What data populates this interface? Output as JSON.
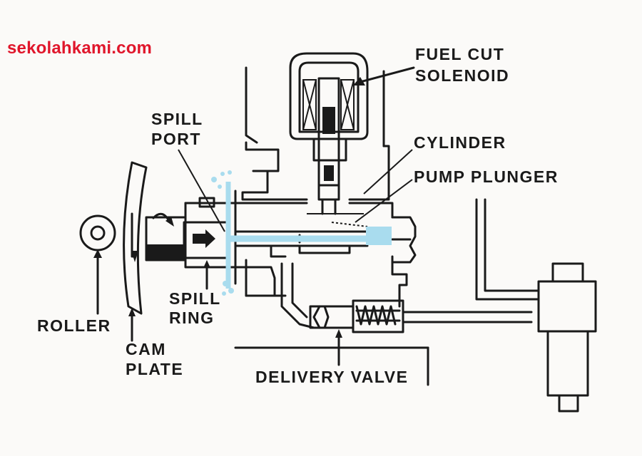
{
  "watermark": {
    "text": "sekolahkami.com",
    "color": "#e0162b"
  },
  "fuel_color": "#a9dcee",
  "labels": {
    "fuel_cut_solenoid_line1": "FUEL CUT",
    "fuel_cut_solenoid_line2": "SOLENOID",
    "spill_port_line1": "SPILL",
    "spill_port_line2": "PORT",
    "cylinder": "CYLINDER",
    "pump_plunger": "PUMP PLUNGER",
    "roller": "ROLLER",
    "spill_ring_line1": "SPILL",
    "spill_ring_line2": "RING",
    "cam_plate_line1": "CAM",
    "cam_plate_line2": "PLATE",
    "delivery_valve": "DELIVERY VALVE"
  }
}
